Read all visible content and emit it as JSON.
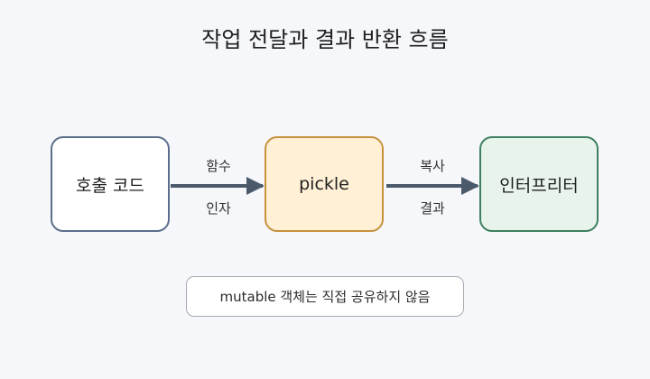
{
  "title": "작업 전달과 결과 반환 흐름",
  "nodes": {
    "caller": {
      "label": "호출 코드"
    },
    "pickle": {
      "label": "pickle"
    },
    "interpreter": {
      "label": "인터프리터"
    }
  },
  "edges": {
    "caller_to_pickle": {
      "label_top": "함수",
      "label_bottom": "인자"
    },
    "pickle_to_interpreter": {
      "label_top": "복사",
      "label_bottom": "결과"
    }
  },
  "note": {
    "text": "mutable 객체는 직접 공유하지 않음"
  },
  "colors": {
    "arrow": "#4a5a6a",
    "caller_border": "#5a6f8c",
    "pickle_border": "#c8923e",
    "pickle_fill": "#fff0d6",
    "interpreter_border": "#3f8060",
    "interpreter_fill": "#e8f3ec"
  }
}
